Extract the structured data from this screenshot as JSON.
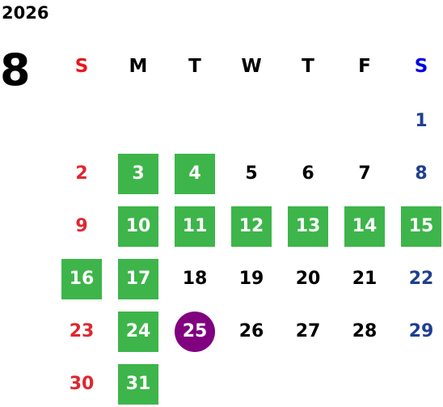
{
  "year": "2026",
  "month": "8",
  "weekdays": [
    "S",
    "M",
    "T",
    "W",
    "T",
    "F",
    "S"
  ],
  "colors": {
    "highlight": "#3db54a",
    "today": "#800080",
    "sunday": "#e0262e",
    "saturday": "#1f3f8f",
    "weekday_header_saturday": "#0000e6"
  },
  "first_weekday_index": 6,
  "days_in_month": 31,
  "highlighted_days": [
    3,
    4,
    10,
    11,
    12,
    13,
    14,
    15,
    16,
    17,
    24,
    31
  ],
  "today": 25
}
